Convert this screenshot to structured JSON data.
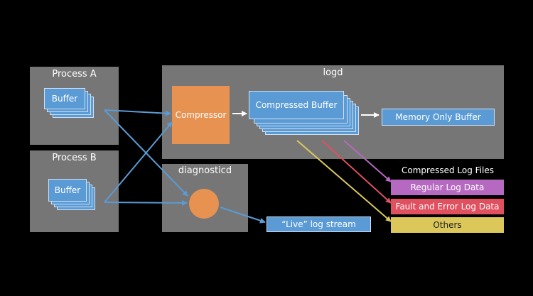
{
  "process_a": {
    "title": "Process A",
    "buffer_label": "Buffer"
  },
  "process_b": {
    "title": "Process B",
    "buffer_label": "Buffer"
  },
  "logd": {
    "title": "logd",
    "compressor_label": "Compressor",
    "compressed_buffer_label": "Compressed Buffer",
    "memory_only_buffer_label": "Memory Only Buffer"
  },
  "diagnosticd": {
    "title": "diagnosticd"
  },
  "live_stream": {
    "label": "“Live” log stream"
  },
  "log_files": {
    "title": "Compressed Log Files",
    "items": [
      {
        "label": "Regular Log Data"
      },
      {
        "label": "Fault and Error Log Data"
      },
      {
        "label": "Others"
      }
    ]
  },
  "colors": {
    "background": "#000000",
    "box_gray": "#767676",
    "buffer_blue": "#5b9bd5",
    "compressor_orange": "#e89252",
    "regular_pink": "#b669c0",
    "fault_red": "#e0505f",
    "others_yellow": "#dcc85a",
    "arrow_white": "#ffffff"
  }
}
